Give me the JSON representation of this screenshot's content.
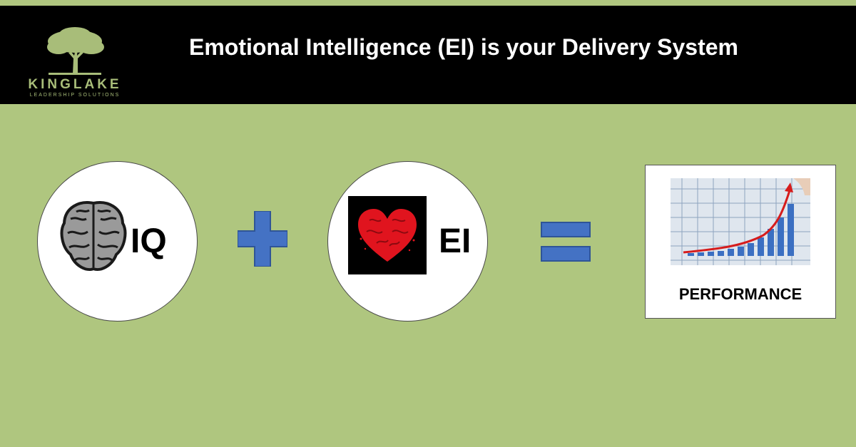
{
  "header": {
    "title": "Emotional Intelligence (EI) is your Delivery System",
    "logo": {
      "name": "KINGLAKE",
      "tagline": "LEADERSHIP SOLUTIONS",
      "icon": "tree-icon"
    }
  },
  "equation": {
    "iq": {
      "label": "IQ",
      "icon": "brain-icon"
    },
    "operator_plus": {
      "icon": "plus-icon"
    },
    "ei": {
      "label": "EI",
      "icon": "heart-icon"
    },
    "operator_equals": {
      "icon": "equals-icon"
    },
    "result": {
      "label": "PERFORMANCE",
      "icon": "rising-bar-chart-icon"
    }
  },
  "colors": {
    "background": "#afc67f",
    "header": "#000000",
    "accent_blue": "#4472c4",
    "logo_green": "#a8bd79",
    "heart_red": "#e0141e"
  }
}
